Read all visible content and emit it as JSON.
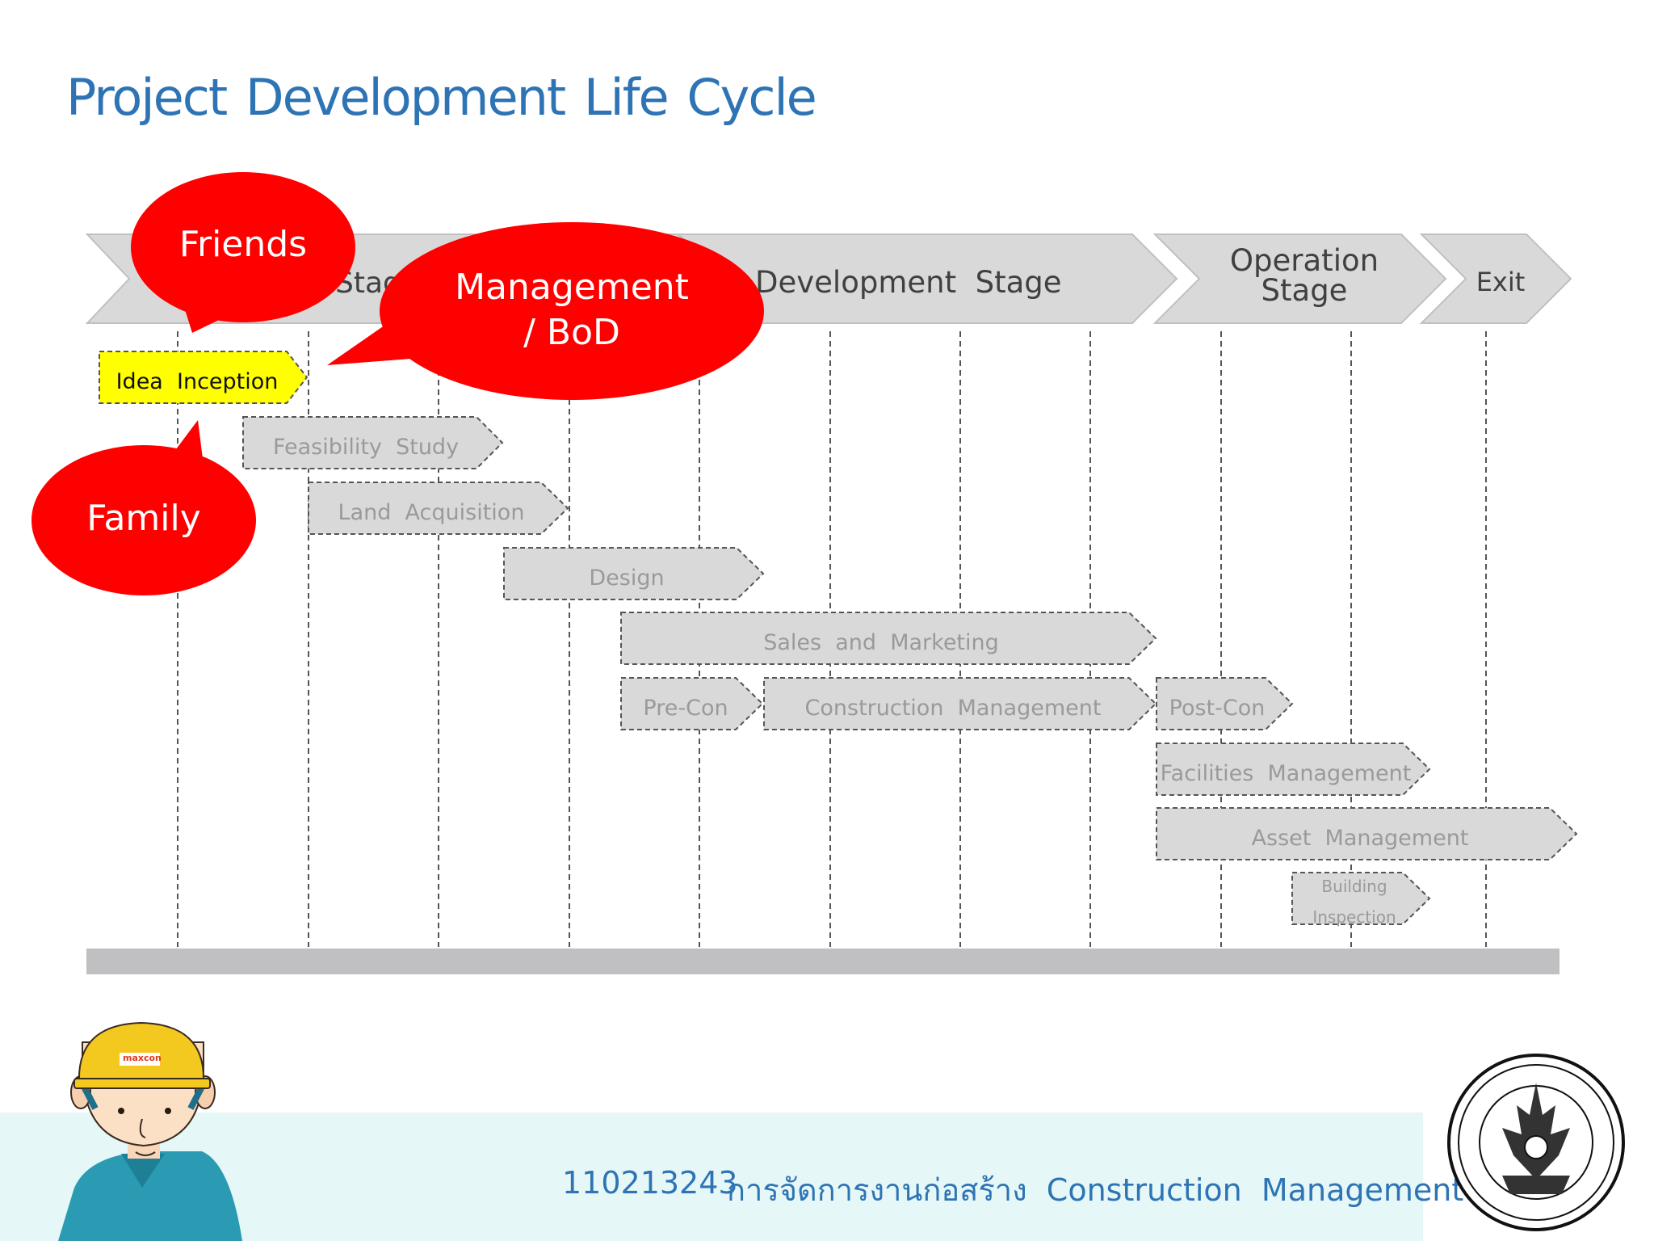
{
  "title": "Project Development Life Cycle",
  "stages": {
    "pre_development": "Stage",
    "development": "Development  Stage",
    "operation_line1": "Operation",
    "operation_line2": "Stage",
    "exit": "Exit"
  },
  "activities": {
    "idea_inception": "Idea  Inception",
    "feasibility_study": "Feasibility  Study",
    "land_acquisition": "Land  Acquisition",
    "design": "Design",
    "sales_marketing": "Sales  and  Marketing",
    "pre_con": "Pre-Con",
    "construction_management": "Construction  Management",
    "post_con": "Post-Con",
    "facilities_management": "Facilities  Management",
    "asset_management": "Asset  Management",
    "building_inspection_line1": "Building",
    "building_inspection_line2": "Inspection"
  },
  "callouts": {
    "friends": "Friends",
    "management_line1": "Management",
    "management_line2": "/ BoD",
    "family": "Family"
  },
  "footer": {
    "course_code": "110213243",
    "course_name": "การจัดการงานก่อสร้าง  Construction  Management"
  },
  "mascot": {
    "helmet_logo": "maxcon"
  },
  "colors": {
    "title": "#2e74b5",
    "stage_fill": "#d9d9d9",
    "highlight": "#ffff00",
    "callout": "#ff0000",
    "footer_band": "#e6f7f7"
  }
}
